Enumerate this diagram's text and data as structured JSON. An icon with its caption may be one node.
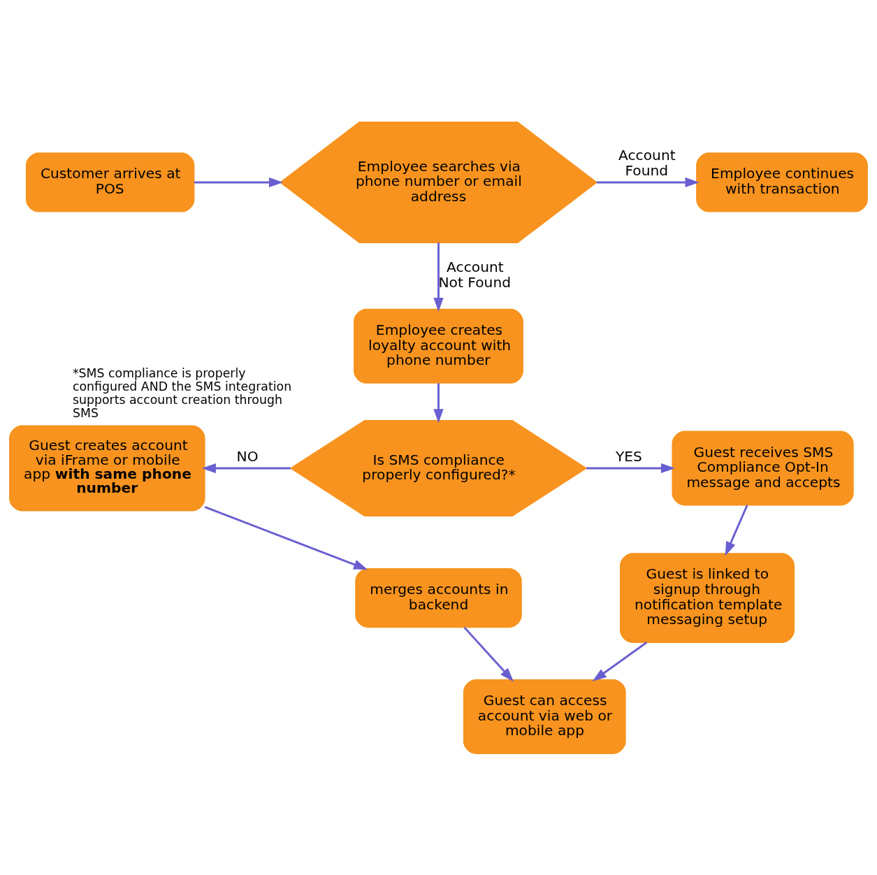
{
  "diagram": {
    "nodes": [
      {
        "text": [
          "Customer arrives at POS"
        ]
      },
      {
        "text": [
          "Employee searches via phone number or email address"
        ]
      },
      {
        "text": [
          "Employee continues with transaction"
        ]
      },
      {
        "text": [
          "Employee creates loyalty account with phone number"
        ]
      },
      {
        "text": [
          "Is SMS compliance properly configured?*"
        ],
        "beside": [
          "*SMS compliance is properly configured AND the SMS integration supports account creation through SMS"
        ]
      },
      {
        "text": [
          "Guest creates account via iFrame or mobile app **with same phone number**"
        ]
      },
      {
        "text": [
          "Guest receives SMS Compliance Opt-In message and accepts"
        ]
      },
      {
        "text": [
          "merges accounts in backend"
        ]
      },
      {
        "text": [
          "Guest is linked to signup through notification template messaging setup"
        ]
      },
      {
        "text": [
          "Guest can access account via web or mobile app"
        ]
      }
    ],
    "edges": [
      {
        "from": 0,
        "to": 1,
        "arrow": "to"
      },
      {
        "from": 1,
        "to": 2,
        "arrow": "to",
        "label": "Account Found"
      },
      {
        "from": 1,
        "to": 3,
        "arrow": "to",
        "label": "Account Not Found"
      },
      {
        "from": 3,
        "to": 4,
        "arrow": "to"
      },
      {
        "from": 4,
        "to": 5,
        "arrow": "to",
        "label": "NO"
      },
      {
        "from": 4,
        "to": 6,
        "arrow": "to",
        "label": "YES"
      },
      {
        "from": 5,
        "to": 7,
        "arrow": "to"
      },
      {
        "from": 6,
        "to": 8,
        "arrow": "to"
      },
      {
        "from": 7,
        "to": 9,
        "arrow": "to"
      },
      {
        "from": 8,
        "to": 9,
        "arrow": "to"
      }
    ]
  }
}
